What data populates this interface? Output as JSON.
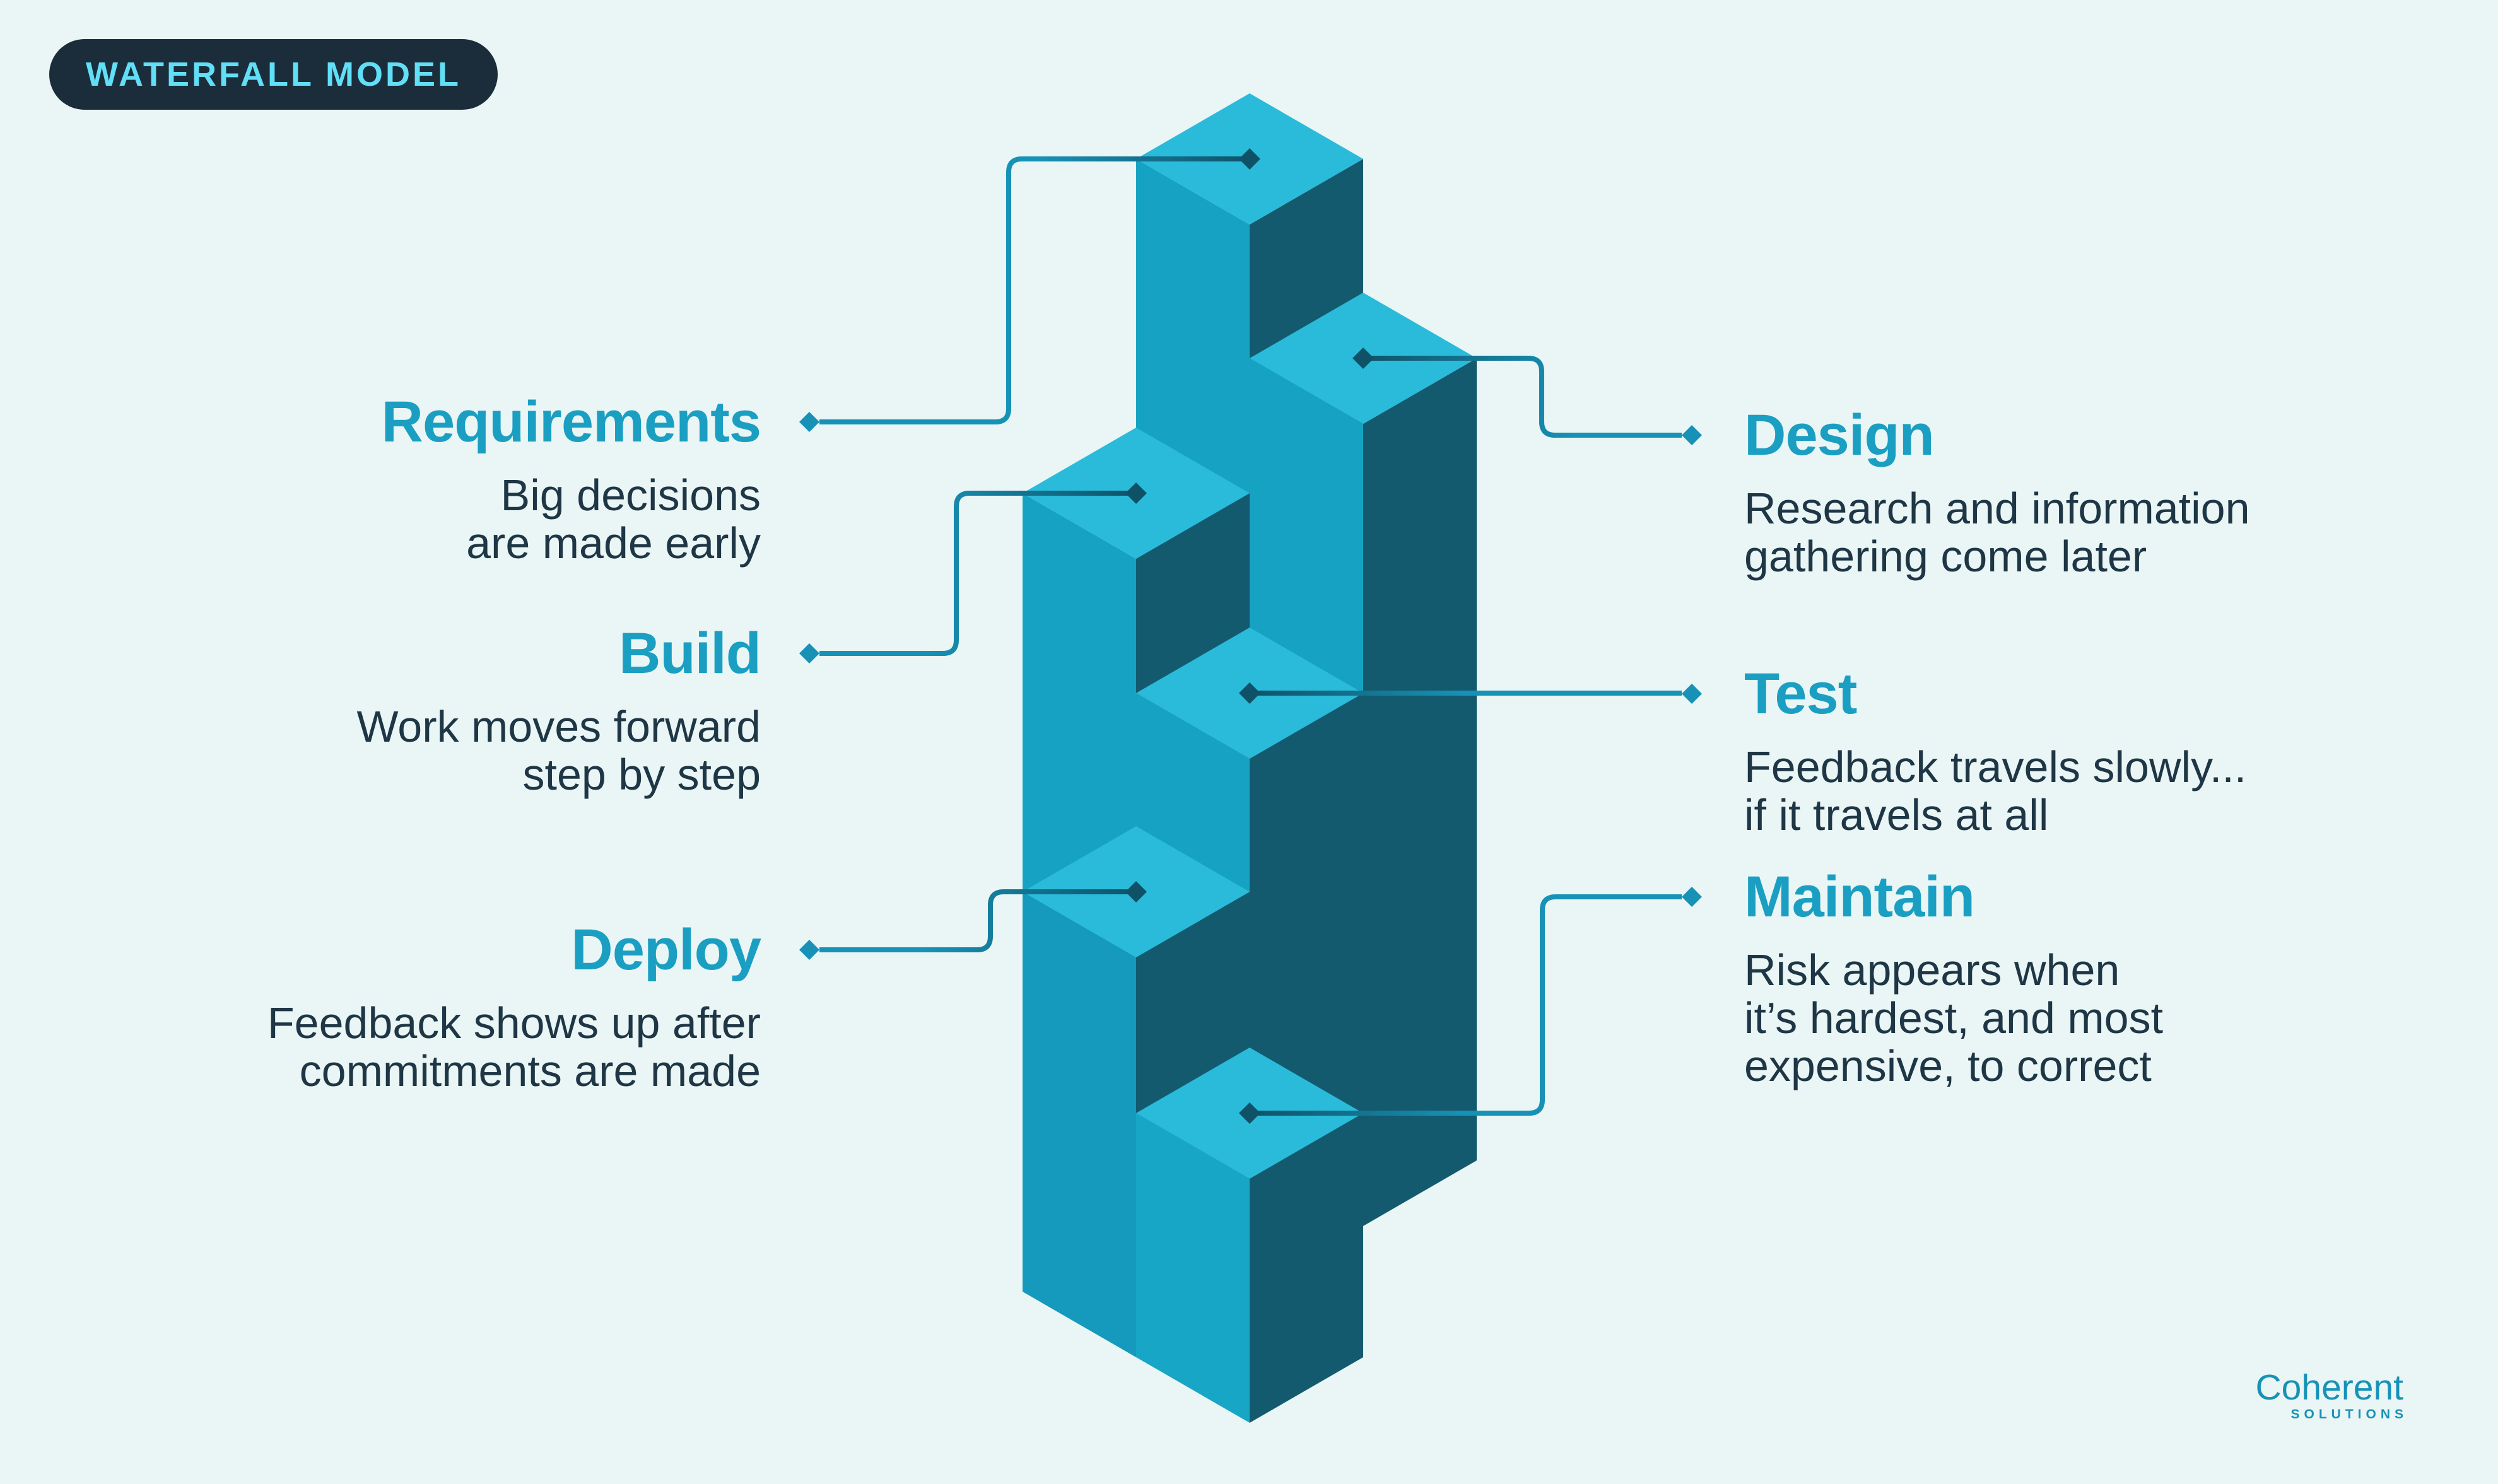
{
  "badge": {
    "label": "WATERFALL MODEL"
  },
  "colors": {
    "background": "#EAF6F5",
    "badge_bg": "#1B2D3B",
    "badge_text": "#61DFF6",
    "title_text": "#1A9FC2",
    "body_text": "#1E3645",
    "connector": "#1792B6",
    "block_top": "#2ABBDA",
    "block_left": "#16A2C3",
    "block_left_deploy": "#1599BC",
    "block_left_maintain": "#18A6C7",
    "block_right": "#135A6F",
    "block_marker": "#0F5268"
  },
  "markers": {
    "block_marker_icon": "diamond-icon",
    "label_marker_icon": "diamond-icon"
  },
  "phases": [
    {
      "id": "requirements",
      "title": "Requirements",
      "desc_lines": [
        "Big decisions",
        "are made early"
      ],
      "side": "left"
    },
    {
      "id": "design",
      "title": "Design",
      "desc_lines": [
        "Research and information",
        "gathering come later"
      ],
      "side": "right"
    },
    {
      "id": "build",
      "title": "Build",
      "desc_lines": [
        "Work moves forward",
        "step by step"
      ],
      "side": "left"
    },
    {
      "id": "test",
      "title": "Test",
      "desc_lines": [
        "Feedback travels slowly...",
        "if it travels at all"
      ],
      "side": "right"
    },
    {
      "id": "deploy",
      "title": "Deploy",
      "desc_lines": [
        "Feedback shows up after",
        "commitments are made"
      ],
      "side": "left"
    },
    {
      "id": "maintain",
      "title": "Maintain",
      "desc_lines": [
        "Risk appears when",
        "it’s hardest, and most",
        "expensive, to correct"
      ],
      "side": "right"
    }
  ],
  "logo": {
    "name": "Coherent",
    "subtitle": "SOLUTIONS"
  }
}
